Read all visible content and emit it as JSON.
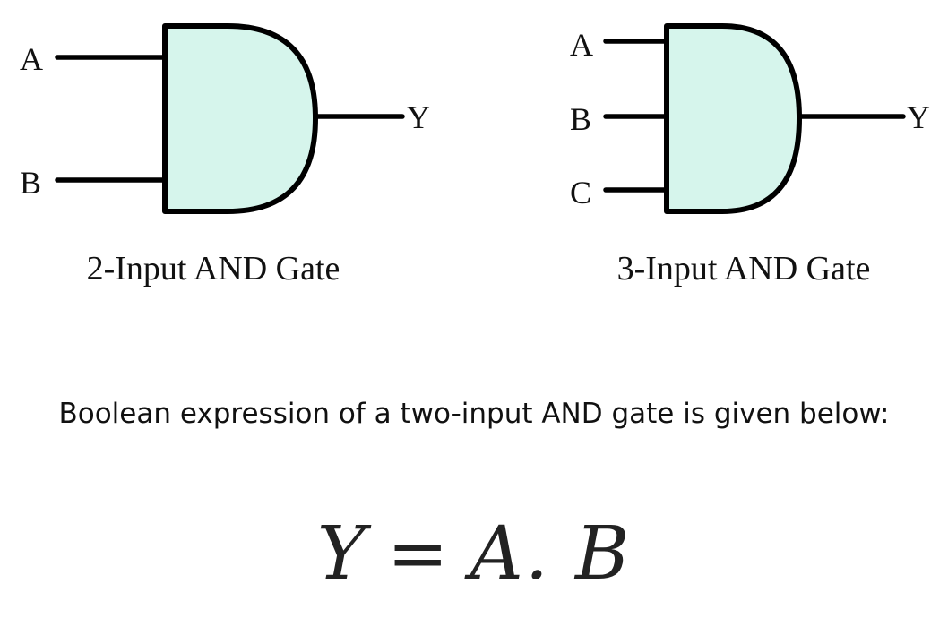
{
  "colors": {
    "gate_fill": "#d6f5ec",
    "stroke": "#000000",
    "text": "#111111"
  },
  "gate_2": {
    "inputs": [
      "A",
      "B"
    ],
    "output": "Y",
    "caption": "2-Input AND Gate"
  },
  "gate_3": {
    "inputs": [
      "A",
      "B",
      "C"
    ],
    "output": "Y",
    "caption": "3-Input AND Gate"
  },
  "description": "Boolean expression of a two-input AND gate is given below:",
  "expression": {
    "lhs": "Y",
    "eq": "=",
    "rhs": "A. B"
  }
}
